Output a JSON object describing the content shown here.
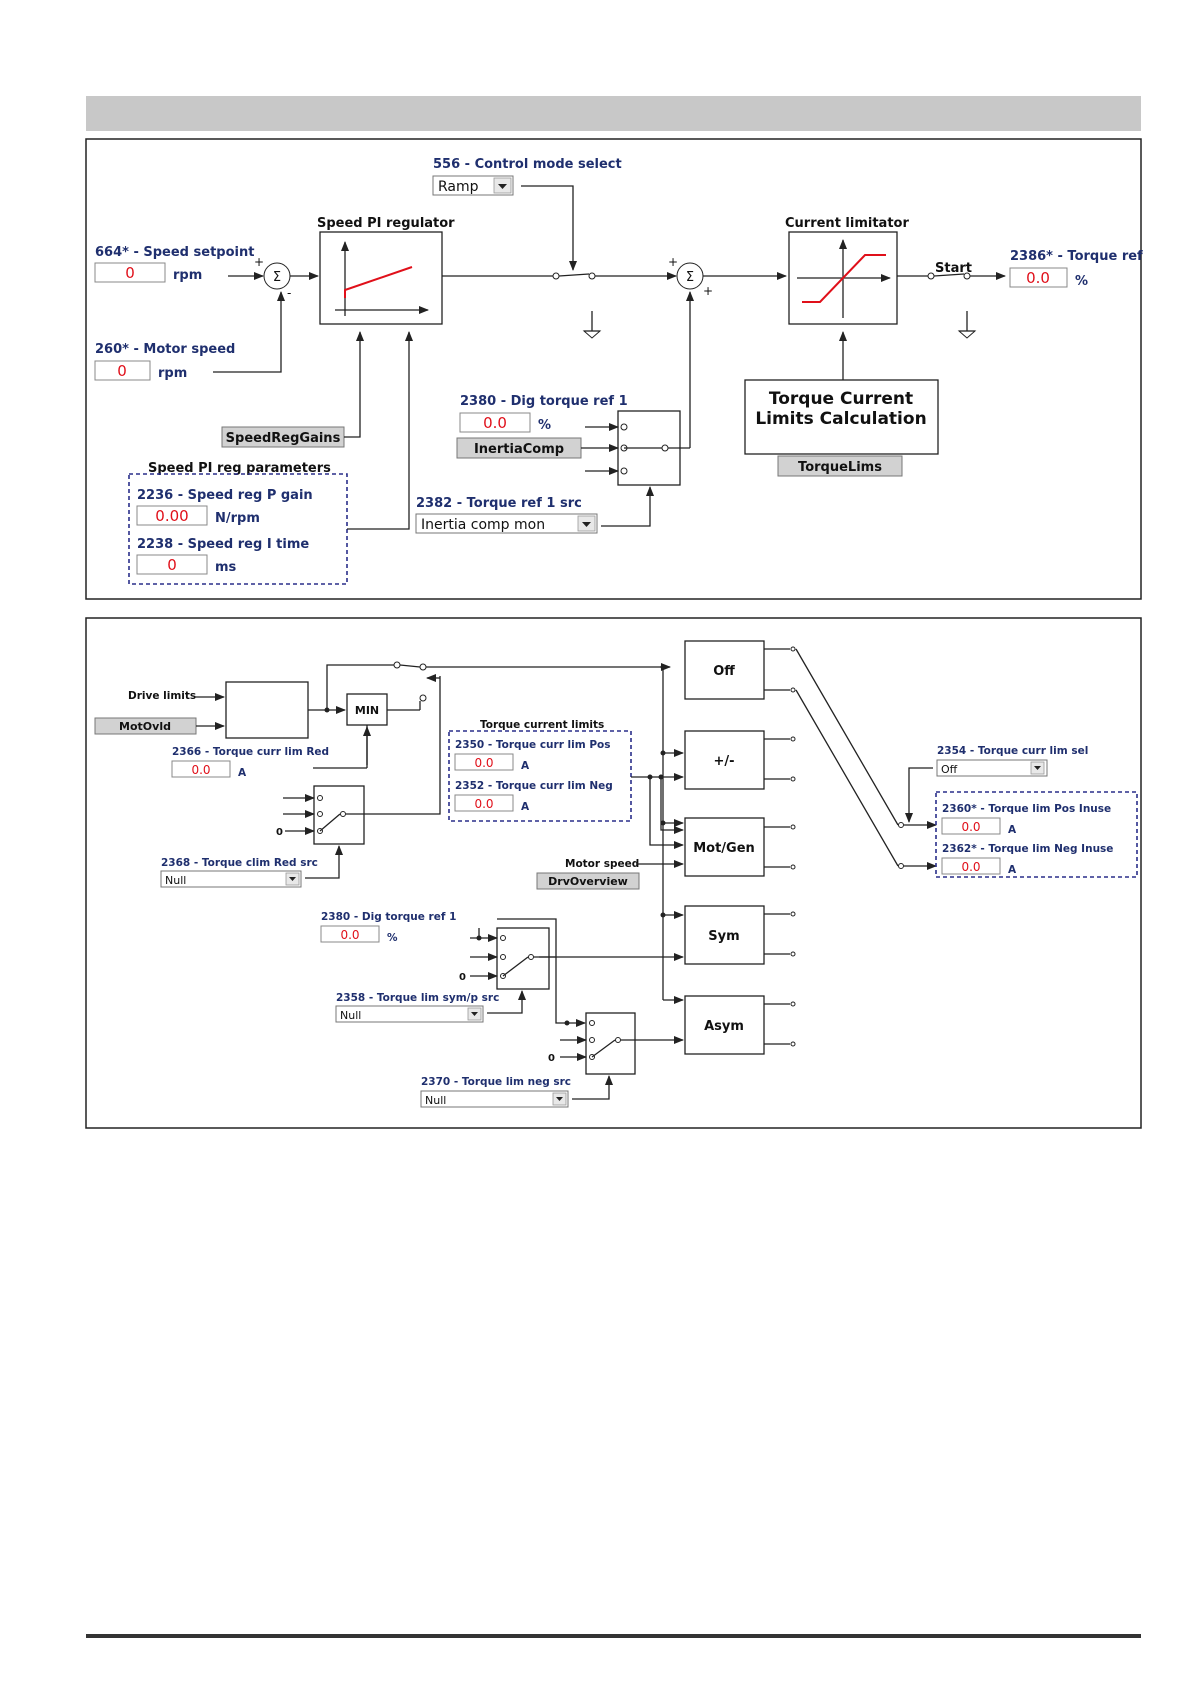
{
  "upper": {
    "control_mode": {
      "label": "556 - Control mode select",
      "value": "Ramp"
    },
    "speed_setpoint": {
      "label": "664* - Speed setpoint",
      "value": "0",
      "unit": "rpm"
    },
    "motor_speed": {
      "label": "260* - Motor speed",
      "value": "0",
      "unit": "rpm"
    },
    "speed_pi_title": "Speed PI regulator",
    "current_limitator_title": "Current limitator",
    "torque_ref": {
      "label": "2386* - Torque ref",
      "value": "0.0",
      "unit": "%"
    },
    "start_label": "Start",
    "sum_symbol": "Σ",
    "plus": "+",
    "minus": "-",
    "speedreggains_button": "SpeedRegGains",
    "pi_params": {
      "title": "Speed PI reg parameters",
      "p_gain": {
        "label": "2236 - Speed reg P gain",
        "value": "0.00",
        "unit": "N/rpm"
      },
      "i_time": {
        "label": "2238 - Speed reg I time",
        "value": "0",
        "unit": "ms"
      }
    },
    "dig_torque_ref": {
      "label": "2380 - Dig torque ref 1",
      "value": "0.0",
      "unit": "%"
    },
    "inertiacomp_button": "InertiaComp",
    "torque_ref_src": {
      "label": "2382 - Torque ref 1 src",
      "value": "Inertia comp mon"
    },
    "torque_calc": {
      "line1": "Torque Current",
      "line2": "Limits Calculation"
    },
    "torquelims_button": "TorqueLims"
  },
  "lower": {
    "drive_limits": "Drive limits",
    "motovld_button": "MotOvld",
    "min_label": "MIN",
    "curr_lim_red": {
      "label": "2366 - Torque curr lim Red",
      "value": "0.0",
      "unit": "A"
    },
    "clim_red_src": {
      "label": "2368 - Torque clim Red src",
      "value": "Null"
    },
    "torque_current_limits": {
      "title": "Torque current limits",
      "pos": {
        "label": "2350 - Torque curr lim Pos",
        "value": "0.0",
        "unit": "A"
      },
      "neg": {
        "label": "2352 - Torque curr lim Neg",
        "value": "0.0",
        "unit": "A"
      }
    },
    "motor_speed_label": "Motor speed",
    "drvoverview_button": "DrvOverview",
    "dig_torque_ref": {
      "label": "2380 - Dig torque ref 1",
      "value": "0.0",
      "unit": "%"
    },
    "lim_sym_src": {
      "label": "2358 - Torque lim sym/p src",
      "value": "Null"
    },
    "lim_neg_src": {
      "label": "2370 - Torque lim neg src",
      "value": "Null"
    },
    "zero": "0",
    "modes": [
      "Off",
      "+/-",
      "Mot/Gen",
      "Sym",
      "Asym"
    ],
    "curr_lim_sel": {
      "label": "2354 - Torque curr lim sel",
      "value": "Off"
    },
    "pos_inuse": {
      "label": "2360* - Torque lim Pos Inuse",
      "value": "0.0",
      "unit": "A"
    },
    "neg_inuse": {
      "label": "2362* - Torque lim Neg Inuse",
      "value": "0.0",
      "unit": "A"
    }
  },
  "colors": {
    "label_blue": "#1f2f6e",
    "value_red": "#e0101a",
    "header_gray": "#c8c8c8",
    "dashed_blue": "#2a2f8a"
  }
}
